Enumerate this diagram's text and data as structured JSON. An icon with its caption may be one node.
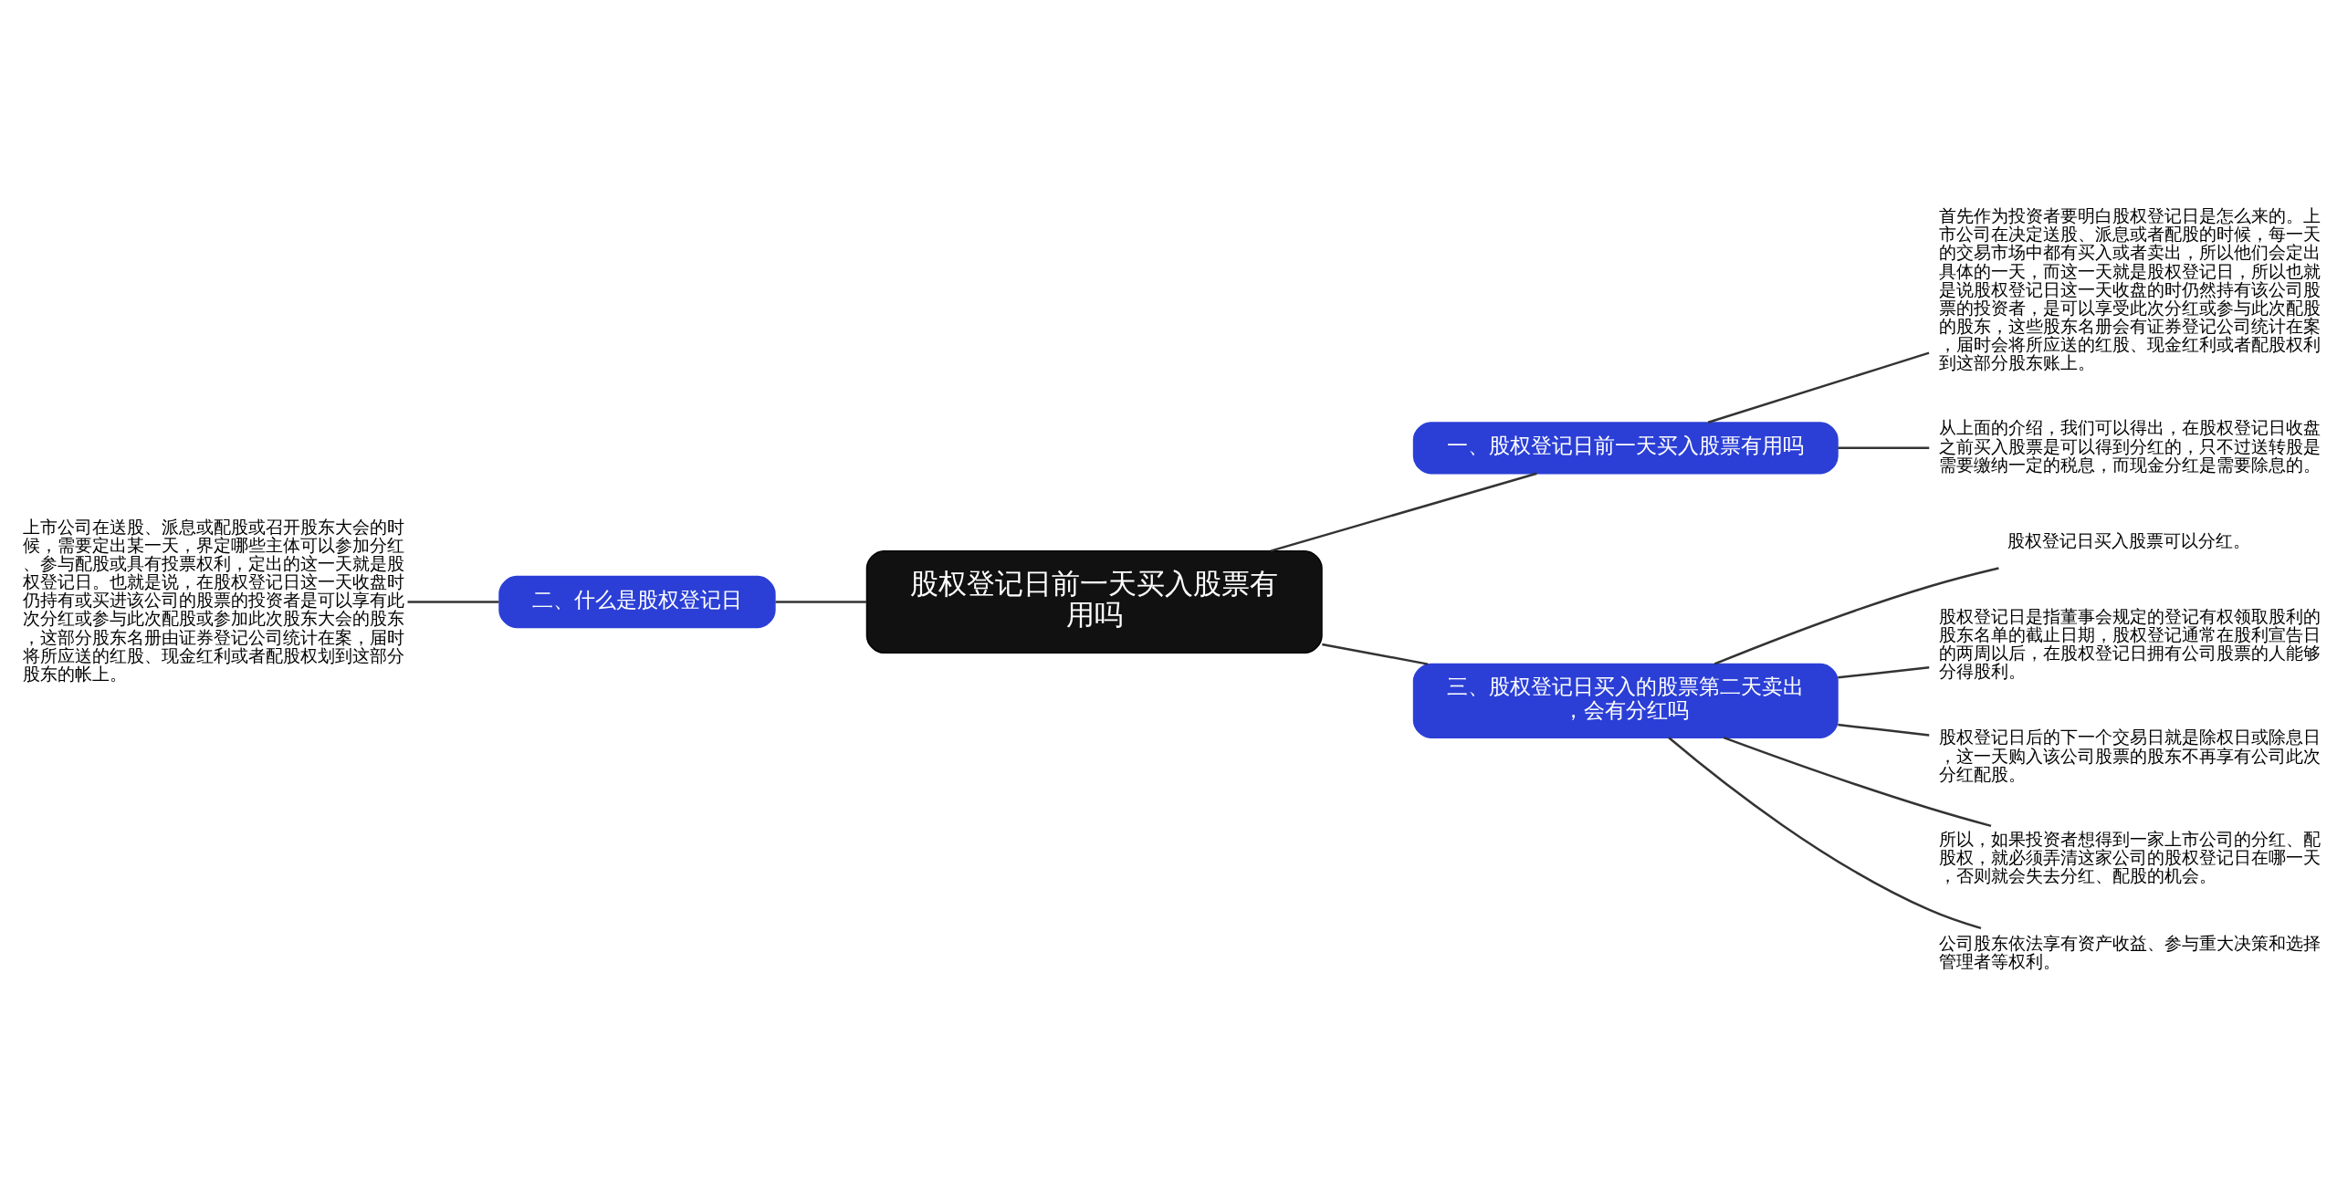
{
  "diagram": {
    "nodes": [
      {
        "text": [
          "股权登记日前一天买入股票有用吗"
        ]
      },
      {
        "text": [
          "一、股权登记日前一天买入股票有用吗"
        ]
      },
      {
        "text": [
          "首先作为投资者要明白股权登记日是怎么来的。上市公司在决定送股、派息或者配股的时候，每一天的交易市场中都有买入或者卖出，所以他们会定出具体的一天，而这一天就是股权登记日，所以也就是说股权登记日这一天收盘的时仍然持有该公司股票的投资者，是可以享受此次分红或参与此次配股的股东，这些股东名册会有证券登记公司统计在案，届时会将所应送的红股、现金红利或者配股权利到这部分股东账上。"
        ]
      },
      {
        "text": [
          "从上面的介绍，我们可以得出，在股权登记日收盘之前买入股票是可以得到分红的，只不过送转股是需要缴纳一定的税息，而现金分红是需要除息的。"
        ]
      },
      {
        "text": [
          "二、什么是股权登记日"
        ]
      },
      {
        "text": [
          "上市公司在送股、派息或配股或召开股东大会的时候，需要定出某一天，界定哪些主体可以参加分红、参与配股或具有投票权利，定出的这一天就是股权登记日。也就是说，在股权登记日这一天收盘时仍持有或买进该公司的股票的投资者是可以享有此次分红或参与此次配股或参加此次股东大会的股东，这部分股东名册由证券登记公司统计在案，届时将所应送的红股、现金红利或者配股权划到这部分股东的帐上。"
        ]
      },
      {
        "text": [
          "三、股权登记日买入的股票第二天卖出，会有分红吗"
        ]
      },
      {
        "text": [
          "股权登记日买入股票可以分红。"
        ]
      },
      {
        "text": [
          "股权登记日是指董事会规定的登记有权领取股利的股东名单的截止日期，股权登记通常在股利宣告日的两周以后，在股权登记日拥有公司股票的人能够分得股利。"
        ]
      },
      {
        "text": [
          "股权登记日后的下一个交易日就是除权日或除息日，这一天购入该公司股票的股东不再享有公司此次分红配股。"
        ]
      },
      {
        "text": [
          "所以，如果投资者想得到一家上市公司的分红、配股权，就必须弄清这家公司的股权登记日在哪一天，否则就会失去分红、配股的机会。"
        ]
      },
      {
        "text": [
          "公司股东依法享有资产收益、参与重大决策和选择管理者等权利。"
        ]
      }
    ],
    "edges": [
      {
        "from": 0,
        "to": 1,
        "arrow": "none"
      },
      {
        "from": 1,
        "to": 2,
        "arrow": "none"
      },
      {
        "from": 1,
        "to": 3,
        "arrow": "none"
      },
      {
        "from": 0,
        "to": 4,
        "arrow": "none"
      },
      {
        "from": 4,
        "to": 5,
        "arrow": "none"
      },
      {
        "from": 0,
        "to": 6,
        "arrow": "none"
      },
      {
        "from": 6,
        "to": 7,
        "arrow": "none"
      },
      {
        "from": 6,
        "to": 8,
        "arrow": "none"
      },
      {
        "from": 6,
        "to": 9,
        "arrow": "none"
      },
      {
        "from": 6,
        "to": 10,
        "arrow": "none"
      },
      {
        "from": 6,
        "to": 11,
        "arrow": "none"
      }
    ]
  }
}
